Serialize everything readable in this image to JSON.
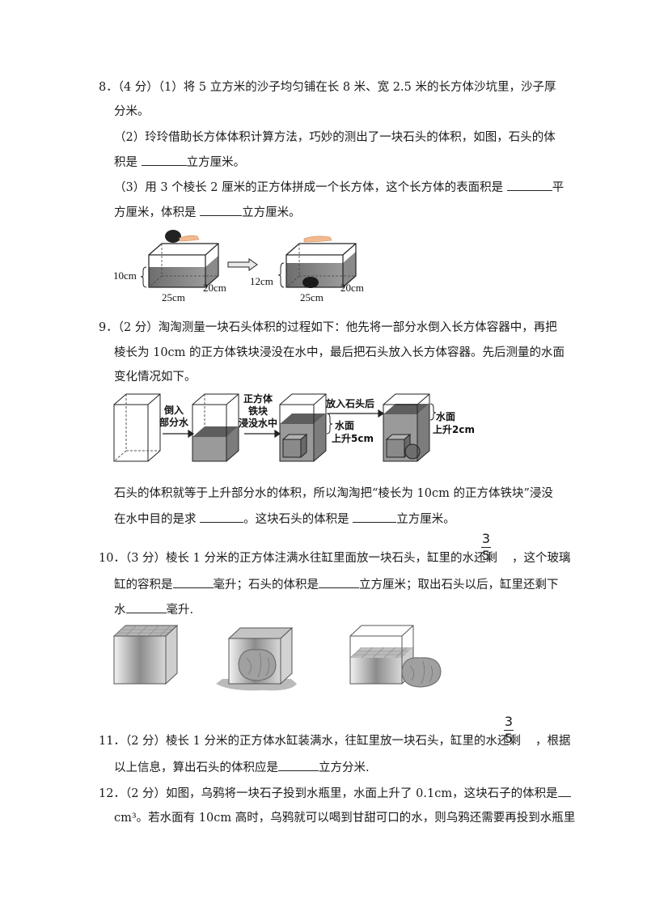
{
  "q8": {
    "l1": "8．（4 分）（1）将 5 立方米的沙子均匀铺在长 8 米、宽 2.5 米的长方体沙坑里，沙子厚",
    "l2": "分米。",
    "l3": "（2）玲玲借助长方体体积计算方法，巧妙的测出了一块石头的体积，如图，石头的体",
    "l4a": "积是 ",
    "l4b": "立方厘米。",
    "l5a": "（3）用 3 个棱长 2 厘米的正方体拼成一个长方体，这个长方体的表面积是 ",
    "l5b": "平",
    "l6a": "方厘米，体积是 ",
    "l6b": "立方厘米。",
    "fig": {
      "h1": "10cm",
      "h2": "12cm",
      "len": "25cm",
      "wid": "20cm"
    }
  },
  "q9": {
    "l1": "9．（2 分）淘淘测量一块石头体积的过程如下：他先将一部分水倒入长方体容器中，再把",
    "l2": "棱长为 10cm 的正方体铁块浸没在水中，最后把石头放入长方体容器。先后测量的水面",
    "l3": "变化情况如下。",
    "fig": {
      "a1": "倒入",
      "a2": "部分水",
      "b1": "正方体",
      "b2": "铁块",
      "b3": "浸没水中",
      "c1": "放入石头后",
      "r1a": "水面",
      "r1b": "上升5cm",
      "r2a": "水面",
      "r2b": "上升2cm"
    },
    "l4": "石头的体积就等于上升部分水的体积，所以淘淘把“棱长为 10cm 的正方体铁块”浸没",
    "l5a": "在水中目的是求 ",
    "l5b": "。这块石头的体积是 ",
    "l5c": "立方厘米。"
  },
  "q10": {
    "l1": "10．（3 分）棱长 1 分米的正方体注满水往缸里面放一块石头，缸里的水还剩",
    "l1b": "，这个玻璃",
    "num": "3",
    "den": "5",
    "l2a": "缸的容积是",
    "l2b": "毫升；石头的体积是",
    "l2c": "立方厘米；取出石头以后，缸里还剩下",
    "l3a": "水",
    "l3b": "毫升."
  },
  "q11": {
    "l1": "11．（2 分）棱长 1 分米的正方体水缸装满水，往缸里放一块石头，缸里的水还剩",
    "l1b": "，根据",
    "num": "3",
    "den": "5",
    "l2a": "以上信息，算出石头的体积应是",
    "l2b": "立方分米."
  },
  "q12": {
    "l1a": "12．（2 分）如图，乌鸦将一块石子投到水瓶里，水面上升了 0.1cm，这块石子的体积是",
    "l2a": "cm³。若水面有 10cm 高时，乌鸦就可以喝到甘甜可口的水，则乌鸦还需要再投到水瓶里"
  }
}
